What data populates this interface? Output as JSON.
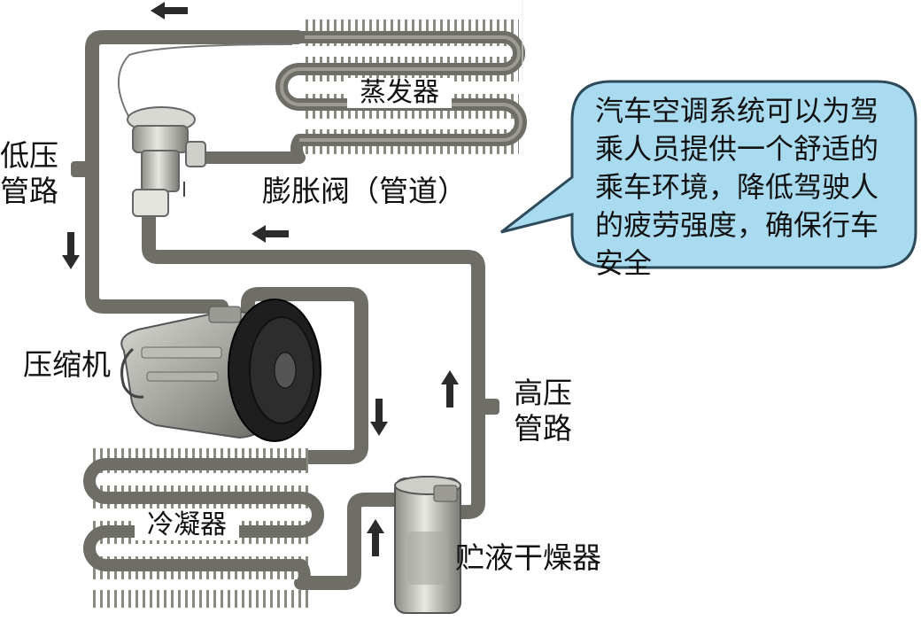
{
  "labels": {
    "evaporator": "蒸发器",
    "expansion_valve": "膨胀阀（管道）",
    "low_pressure_line": "低压\n管路",
    "compressor": "压缩机",
    "high_pressure_line": "高压\n管路",
    "condenser": "冷凝器",
    "receiver_dryer": "贮液干燥器"
  },
  "callout": {
    "text": "汽车空调系统可以为驾乘人员提供一个舒适的乘车环境，降低驾驶人的疲劳强度，确保行车安全"
  },
  "colors": {
    "pipe": "#6e6e66",
    "fin": "#8a8a80",
    "callout_fill": "#a8dbf0",
    "callout_stroke": "#2c4a5a",
    "arrow": "#2b2b2b"
  }
}
